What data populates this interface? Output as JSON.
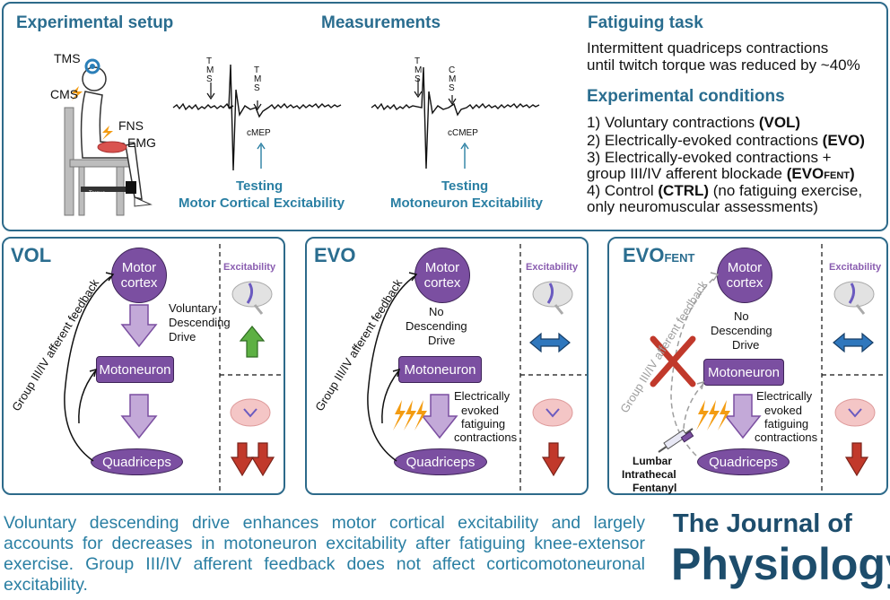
{
  "top": {
    "setup_title": "Experimental setup",
    "measurements_title": "Measurements",
    "fatiguing_title": "Fatiguing task",
    "fatiguing_line1": "Intermittent quadriceps contractions",
    "fatiguing_line2": "until twitch torque was reduced by ~40%",
    "conditions_title": "Experimental conditions",
    "cond1_pre": "1) Voluntary contractions ",
    "cond1_b": "(VOL)",
    "cond2_pre": "2) Electrically-evoked contractions ",
    "cond2_b": "(EVO)",
    "cond3_line1": "3) Electrically-evoked contractions +",
    "cond3_pre": "group III/IV afferent blockade ",
    "cond3_b": "(EVO",
    "cond3_sub": "FENT",
    "cond3_end": ")",
    "cond4_pre": "4) Control ",
    "cond4_b": "(CTRL)",
    "cond4_post": " (no fatiguing exercise,",
    "cond4_line2": "only neuromuscular assessments)",
    "labels": {
      "tms": "TMS",
      "cms": "CMS",
      "fns": "FNS",
      "emg": "EMG",
      "torque": "Torque"
    },
    "trace1": {
      "tms_a": "T M S",
      "tms_b": "T M S",
      "cmep": "cMEP",
      "testing": "Testing",
      "what": "Motor Cortical Excitability"
    },
    "trace2": {
      "tms_a": "T M S",
      "tms_b": "C M S",
      "cmep": "cCMEP",
      "testing": "Testing",
      "what": "Motoneuron Excitability"
    }
  },
  "panels": {
    "vol": {
      "title": "VOL",
      "cortex": "Motor cortex",
      "drive": [
        "Voluntary",
        "Descending",
        "Drive"
      ],
      "motoneuron": "Motoneuron",
      "quad": "Quadriceps",
      "feedback": "Group III/IV afferent feedback",
      "excitability": "Excitability"
    },
    "evo": {
      "title": "EVO",
      "cortex": "Motor cortex",
      "drive": [
        "No",
        "Descending",
        "Drive"
      ],
      "motoneuron": "Motoneuron",
      "quad": "Quadriceps",
      "feedback": "Group III/IV afferent feedback",
      "evoked": [
        "Electrically",
        "evoked",
        "fatiguing",
        "contractions"
      ],
      "excitability": "Excitability"
    },
    "evofent": {
      "title": "EVO",
      "title_sub": "FENT",
      "cortex": "Motor cortex",
      "drive": [
        "No",
        "Descending",
        "Drive"
      ],
      "motoneuron": "Motoneuron",
      "quad": "Quadriceps",
      "feedback": "Group III/IV afferent feedback",
      "evoked": [
        "Electrically",
        "evoked",
        "fatiguing",
        "contractions"
      ],
      "fentanyl": [
        "Lumbar",
        "Intrathecal",
        "Fentanyl"
      ],
      "excitability": "Excitability"
    }
  },
  "footer": "Voluntary descending drive enhances motor cortical excitability and largely accounts for decreases in motoneuron excitability after fatiguing knee-extensor exercise. Group III/IV afferent feedback does not affect corticomotoneuronal excitability.",
  "journal": {
    "line1": "The Journal of",
    "line2": "Physiology"
  },
  "colors": {
    "panel_border": "#2d6a8a",
    "heading": "#2a6d8f",
    "purple": "#7b4fa1",
    "up": "#5db043",
    "down": "#c1392b",
    "flat": "#2f77bd"
  }
}
